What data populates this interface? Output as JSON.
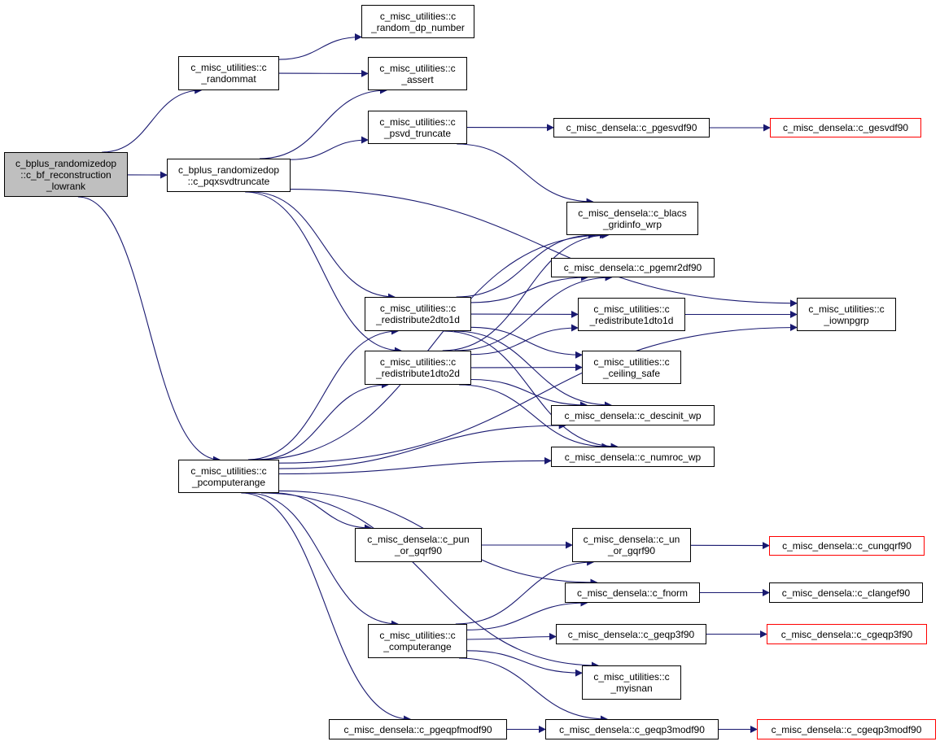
{
  "diagram": {
    "nodes": {
      "root": {
        "lines": [
          "c_bplus_randomizedop",
          "::c_bf_reconstruction",
          "_lowrank"
        ],
        "style": "root"
      },
      "randommat": {
        "lines": [
          "c_misc_utilities::c",
          "_randommat"
        ]
      },
      "pqxsvdtruncate": {
        "lines": [
          "c_bplus_randomizedop",
          "::c_pqxsvdtruncate"
        ]
      },
      "pcomputerange": {
        "lines": [
          "c_misc_utilities::c",
          "_pcomputerange"
        ]
      },
      "random_dp_number": {
        "lines": [
          "c_misc_utilities::c",
          "_random_dp_number"
        ]
      },
      "assert": {
        "lines": [
          "c_misc_utilities::c",
          "_assert"
        ]
      },
      "psvd_truncate": {
        "lines": [
          "c_misc_utilities::c",
          "_psvd_truncate"
        ]
      },
      "pgesvdf90": {
        "lines": [
          "c_misc_densela::c_pgesvdf90"
        ]
      },
      "gesvdf90": {
        "lines": [
          "c_misc_densela::c_gesvdf90"
        ],
        "style": "red"
      },
      "blacs_gridinfo_wrp": {
        "lines": [
          "c_misc_densela::c_blacs",
          "_gridinfo_wrp"
        ]
      },
      "pgemr2df90": {
        "lines": [
          "c_misc_densela::c_pgemr2df90"
        ]
      },
      "redistribute2dto1d": {
        "lines": [
          "c_misc_utilities::c",
          "_redistribute2dto1d"
        ]
      },
      "redistribute1dto1d": {
        "lines": [
          "c_misc_utilities::c",
          "_redistribute1dto1d"
        ]
      },
      "iownpgrp": {
        "lines": [
          "c_misc_utilities::c",
          "_iownpgrp"
        ]
      },
      "redistribute1dto2d": {
        "lines": [
          "c_misc_utilities::c",
          "_redistribute1dto2d"
        ]
      },
      "ceiling_safe": {
        "lines": [
          "c_misc_utilities::c",
          "_ceiling_safe"
        ]
      },
      "descinit_wp": {
        "lines": [
          "c_misc_densela::c_descinit_wp"
        ]
      },
      "numroc_wp": {
        "lines": [
          "c_misc_densela::c_numroc_wp"
        ]
      },
      "pun_or_gqrf90": {
        "lines": [
          "c_misc_densela::c_pun",
          "_or_gqrf90"
        ]
      },
      "un_or_gqrf90": {
        "lines": [
          "c_misc_densela::c_un",
          "_or_gqrf90"
        ]
      },
      "cungqrf90": {
        "lines": [
          "c_misc_densela::c_cungqrf90"
        ],
        "style": "red"
      },
      "fnorm": {
        "lines": [
          "c_misc_densela::c_fnorm"
        ]
      },
      "clangef90": {
        "lines": [
          "c_misc_densela::c_clangef90"
        ]
      },
      "computerange": {
        "lines": [
          "c_misc_utilities::c",
          "_computerange"
        ]
      },
      "geqp3f90": {
        "lines": [
          "c_misc_densela::c_geqp3f90"
        ]
      },
      "cgeqp3f90": {
        "lines": [
          "c_misc_densela::c_cgeqp3f90"
        ],
        "style": "red"
      },
      "myisnan": {
        "lines": [
          "c_misc_utilities::c",
          "_myisnan"
        ]
      },
      "pgeqpfmodf90": {
        "lines": [
          "c_misc_densela::c_pgeqpfmodf90"
        ]
      },
      "geqp3modf90": {
        "lines": [
          "c_misc_densela::c_geqp3modf90"
        ]
      },
      "cgeqp3modf90": {
        "lines": [
          "c_misc_densela::c_cgeqp3modf90"
        ],
        "style": "red"
      }
    },
    "edges": [
      [
        "root",
        "randommat"
      ],
      [
        "root",
        "pqxsvdtruncate"
      ],
      [
        "root",
        "pcomputerange"
      ],
      [
        "randommat",
        "random_dp_number"
      ],
      [
        "randommat",
        "assert"
      ],
      [
        "pqxsvdtruncate",
        "assert"
      ],
      [
        "pqxsvdtruncate",
        "psvd_truncate"
      ],
      [
        "pqxsvdtruncate",
        "iownpgrp"
      ],
      [
        "pqxsvdtruncate",
        "redistribute2dto1d"
      ],
      [
        "pqxsvdtruncate",
        "redistribute1dto2d"
      ],
      [
        "psvd_truncate",
        "pgesvdf90"
      ],
      [
        "psvd_truncate",
        "blacs_gridinfo_wrp"
      ],
      [
        "pgesvdf90",
        "gesvdf90"
      ],
      [
        "redistribute2dto1d",
        "blacs_gridinfo_wrp"
      ],
      [
        "redistribute2dto1d",
        "pgemr2df90"
      ],
      [
        "redistribute2dto1d",
        "redistribute1dto1d"
      ],
      [
        "redistribute2dto1d",
        "ceiling_safe"
      ],
      [
        "redistribute2dto1d",
        "descinit_wp"
      ],
      [
        "redistribute2dto1d",
        "numroc_wp"
      ],
      [
        "redistribute1dto2d",
        "blacs_gridinfo_wrp"
      ],
      [
        "redistribute1dto2d",
        "pgemr2df90"
      ],
      [
        "redistribute1dto2d",
        "redistribute1dto1d"
      ],
      [
        "redistribute1dto2d",
        "ceiling_safe"
      ],
      [
        "redistribute1dto2d",
        "descinit_wp"
      ],
      [
        "redistribute1dto2d",
        "numroc_wp"
      ],
      [
        "redistribute1dto1d",
        "iownpgrp"
      ],
      [
        "pcomputerange",
        "blacs_gridinfo_wrp"
      ],
      [
        "pcomputerange",
        "redistribute2dto1d"
      ],
      [
        "pcomputerange",
        "redistribute1dto2d"
      ],
      [
        "pcomputerange",
        "descinit_wp"
      ],
      [
        "pcomputerange",
        "numroc_wp"
      ],
      [
        "pcomputerange",
        "iownpgrp"
      ],
      [
        "pcomputerange",
        "pun_or_gqrf90"
      ],
      [
        "pcomputerange",
        "fnorm"
      ],
      [
        "pcomputerange",
        "computerange"
      ],
      [
        "pcomputerange",
        "myisnan"
      ],
      [
        "pcomputerange",
        "pgeqpfmodf90"
      ],
      [
        "pun_or_gqrf90",
        "un_or_gqrf90"
      ],
      [
        "un_or_gqrf90",
        "cungqrf90"
      ],
      [
        "fnorm",
        "clangef90"
      ],
      [
        "computerange",
        "un_or_gqrf90"
      ],
      [
        "computerange",
        "fnorm"
      ],
      [
        "computerange",
        "geqp3f90"
      ],
      [
        "computerange",
        "myisnan"
      ],
      [
        "computerange",
        "geqp3modf90"
      ],
      [
        "geqp3f90",
        "cgeqp3f90"
      ],
      [
        "pgeqpfmodf90",
        "geqp3modf90"
      ],
      [
        "geqp3modf90",
        "cgeqp3modf90"
      ]
    ],
    "colors": {
      "edge": "#191970",
      "node_border": "#000000",
      "root_fill": "#bfbfbf",
      "external_border": "#ff0000"
    }
  }
}
